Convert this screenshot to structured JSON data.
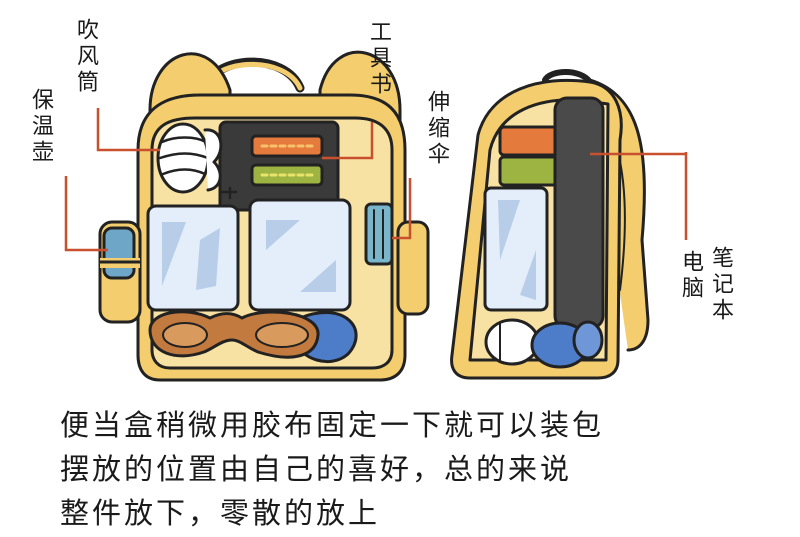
{
  "labels": {
    "hair_dryer": "吹风筒",
    "thermos": "保温壶",
    "tool_book": "工具书",
    "umbrella": "伸缩伞",
    "laptop": "笔记本电脑",
    "laptop_col1": "笔记本",
    "laptop_col2": "电脑"
  },
  "caption": {
    "line1": "便当盒稍微用胶布固定一下就可以装包",
    "line2": "摆放的位置由自己的喜好，总的来说",
    "line3": "整件放下，零散的放上"
  },
  "colors": {
    "backpack": "#f3cd6e",
    "backpack_light": "#f8e2a3",
    "outline": "#222222",
    "leader_line": "#c8502e",
    "container": "#e3eefa",
    "container_shade": "#b7cde8",
    "organizer": "#3a3a3a",
    "book_orange": "#e47a3c",
    "book_green": "#9db342",
    "sunglasses": "#c37a3f",
    "headphones": "#4d7cc8",
    "thermos": "#6da6c6",
    "umbrella": "#79b6cc",
    "laptop": "#4a4a4a"
  },
  "icons": [
    "backpack-front-icon",
    "backpack-side-icon"
  ]
}
